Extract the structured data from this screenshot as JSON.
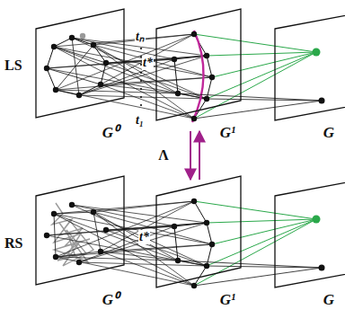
{
  "diagram": {
    "nodes": [
      {
        "text": [
          "G⁰"
        ]
      },
      {
        "text": [
          "G¹"
        ]
      },
      {
        "text": [
          "G"
        ]
      },
      {
        "text": [
          "G⁰"
        ]
      },
      {
        "text": [
          "G¹"
        ]
      },
      {
        "text": [
          "G"
        ]
      }
    ],
    "edges": [
      {
        "from": 1,
        "to": 4,
        "arrow": "to"
      },
      {
        "from": 4,
        "to": 1,
        "arrow": "to",
        "label": "Λ"
      }
    ],
    "labels": [
      "LS",
      "RS",
      "tₙ",
      "t*",
      "t₁",
      "t*"
    ]
  }
}
